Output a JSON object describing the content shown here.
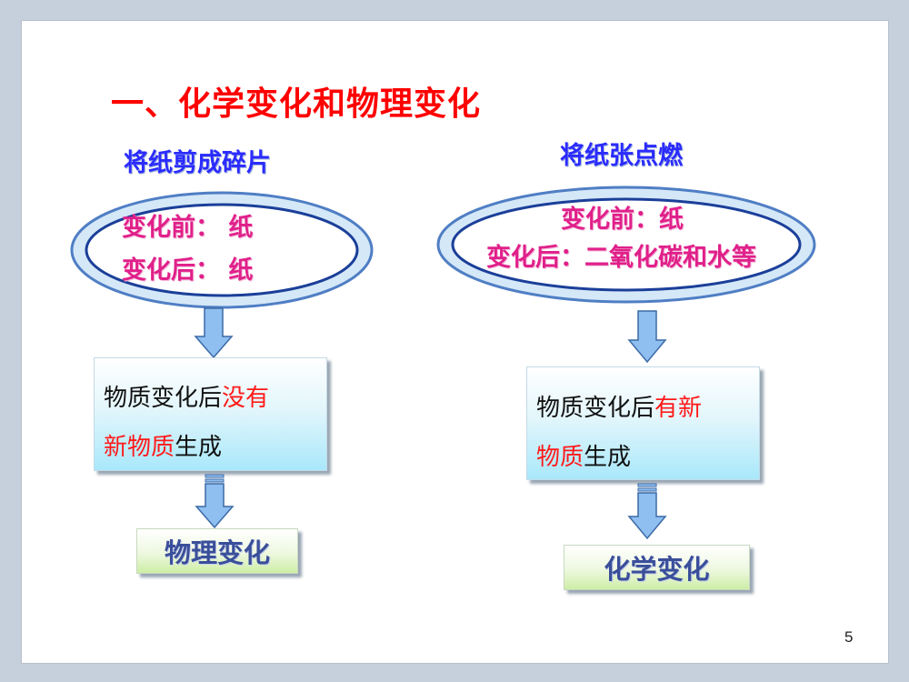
{
  "title": "一、化学变化和物理变化",
  "left": {
    "heading": "将纸剪成碎片",
    "before": "变化前：  纸",
    "after": "变化后：  纸",
    "desc_line1_normal": "物质变化后",
    "desc_line1_red": "没有",
    "desc_line2_red": "新物质",
    "desc_line2_normal": "生成",
    "result": "物理变化"
  },
  "right": {
    "heading": "将纸张点燃",
    "before": "变化前：纸",
    "after": "变化后：二氧化碳和水等",
    "desc_line1_normal": "物质变化后",
    "desc_line1_red": "有新",
    "desc_line2_red": "物质",
    "desc_line2_normal": "生成",
    "result": "化学变化"
  },
  "page_number": "5",
  "colors": {
    "title": "#ff0000",
    "heading": "#2b2bff",
    "ellipse_text": "#e0208a",
    "emphasis": "#ff1a1a",
    "result_text": "#3a4f9a",
    "arrow_fill": "#8fbff0"
  }
}
